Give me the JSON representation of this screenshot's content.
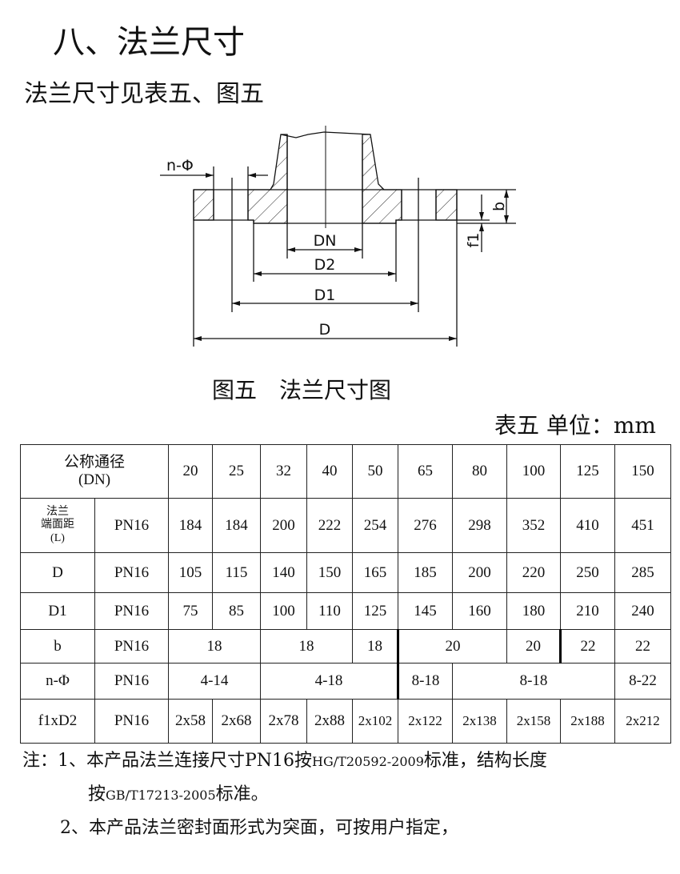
{
  "title": "八、法兰尺寸",
  "subtitle": "法兰尺寸见表五、图五",
  "figure": {
    "labels": {
      "n_phi": "n-Φ",
      "dn": "DN",
      "d2": "D2",
      "d1": "D1",
      "d": "D",
      "b": "b",
      "f1": "f1"
    },
    "caption": "图五　法兰尺寸图"
  },
  "table_caption": "表五 单位：mm",
  "table": {
    "header": {
      "label": "公称通径\n(DN)",
      "values": [
        "20",
        "25",
        "32",
        "40",
        "50",
        "65",
        "80",
        "100",
        "125",
        "150"
      ]
    },
    "rows": [
      {
        "label": "法兰\n端面距\n(L)",
        "pn": "PN16",
        "height": 68,
        "cells": [
          {
            "v": "184"
          },
          {
            "v": "184"
          },
          {
            "v": "200"
          },
          {
            "v": "222"
          },
          {
            "v": "254"
          },
          {
            "v": "276"
          },
          {
            "v": "298"
          },
          {
            "v": "352"
          },
          {
            "v": "410"
          },
          {
            "v": "451"
          }
        ]
      },
      {
        "label": "D",
        "pn": "PN16",
        "height": 50,
        "cells": [
          {
            "v": "105"
          },
          {
            "v": "115"
          },
          {
            "v": "140"
          },
          {
            "v": "150"
          },
          {
            "v": "165"
          },
          {
            "v": "185"
          },
          {
            "v": "200"
          },
          {
            "v": "220"
          },
          {
            "v": "250"
          },
          {
            "v": "285"
          }
        ]
      },
      {
        "label": "D1",
        "pn": "PN16",
        "height": 46,
        "cells": [
          {
            "v": "75"
          },
          {
            "v": "85"
          },
          {
            "v": "100"
          },
          {
            "v": "110"
          },
          {
            "v": "125"
          },
          {
            "v": "145"
          },
          {
            "v": "160"
          },
          {
            "v": "180"
          },
          {
            "v": "210"
          },
          {
            "v": "240"
          }
        ]
      },
      {
        "label": "b",
        "pn": "PN16",
        "height": 42,
        "cells": [
          {
            "v": "18",
            "span": 2
          },
          {
            "v": "18",
            "span": 2
          },
          {
            "v": "18"
          },
          {
            "v": "20",
            "span": 2,
            "thick": true
          },
          {
            "v": "20"
          },
          {
            "v": "22",
            "thick": true
          },
          {
            "v": "22"
          }
        ]
      },
      {
        "label": "n-Φ",
        "pn": "PN16",
        "height": 45,
        "cells": [
          {
            "v": "4-14",
            "span": 2
          },
          {
            "v": "4-18",
            "span": 3
          },
          {
            "v": "8-18",
            "thick": true
          },
          {
            "v": "8-18",
            "span": 3
          },
          {
            "v": "8-22"
          }
        ]
      },
      {
        "label": "f1xD2",
        "pn": "PN16",
        "height": 55,
        "cells": [
          {
            "v": "2x58"
          },
          {
            "v": "2x68"
          },
          {
            "v": "2x78"
          },
          {
            "v": "2x88"
          },
          {
            "v": "2x102"
          },
          {
            "v": "2x122"
          },
          {
            "v": "2x138"
          },
          {
            "v": "2x158"
          },
          {
            "v": "2x188"
          },
          {
            "v": "2x212"
          }
        ]
      }
    ]
  },
  "notes": {
    "n1_a": "注：1、本产品法兰连接尺寸PN16按",
    "n1_std1": "HG/T20592-2009",
    "n1_b": "标准，结构长度",
    "n1_c": "按",
    "n1_std2": "GB/T17213-2005",
    "n1_d": "标准。",
    "n2": "2、本产品法兰密封面形式为突面，可按用户指定，"
  }
}
